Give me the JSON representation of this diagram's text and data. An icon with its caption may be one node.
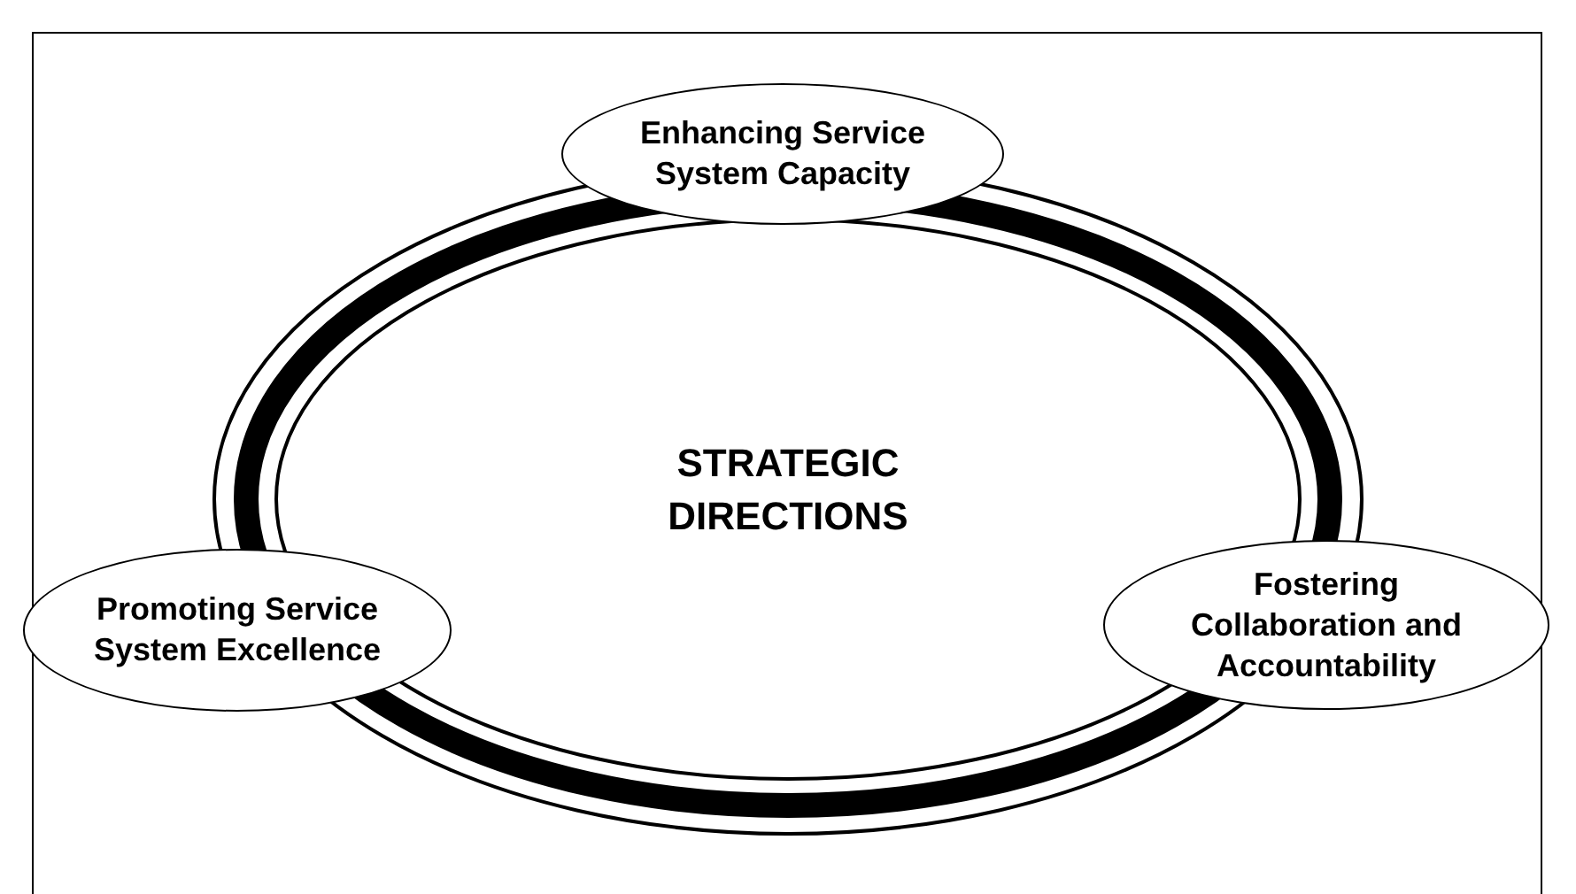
{
  "diagram": {
    "nodes": [
      {
        "text": [
          "Enhancing Service System Capacity"
        ]
      },
      {
        "text": [
          "STRATEGIC DIRECTIONS"
        ]
      },
      {
        "text": [
          "Promoting Service System Excellence"
        ]
      },
      {
        "text": [
          "Fostering Collaboration and Accountability"
        ]
      }
    ]
  }
}
